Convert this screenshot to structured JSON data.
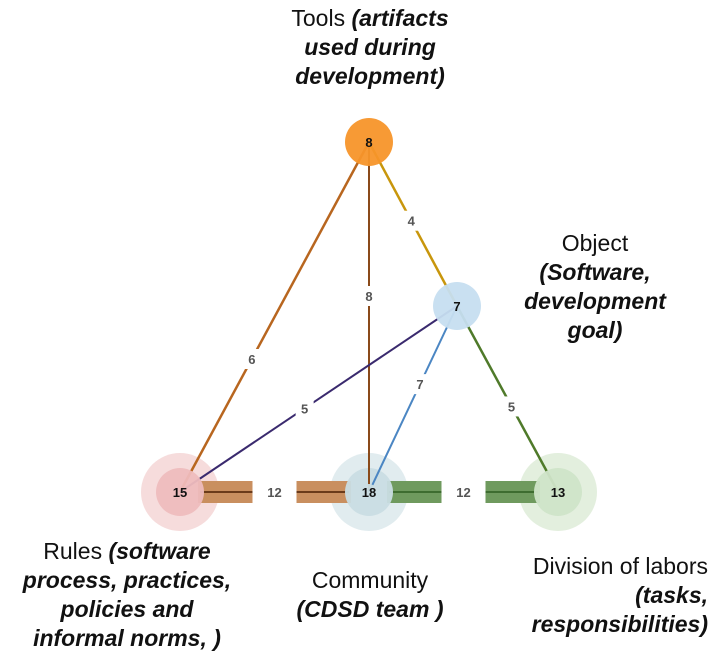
{
  "labels": {
    "tools": {
      "name": "Tools",
      "lines": [
        "(artifacts",
        "used during",
        "development)"
      ]
    },
    "object": {
      "name": "Object",
      "lines": [
        "(Software,",
        "development",
        "goal)"
      ]
    },
    "rules": {
      "name": "Rules",
      "lines": [
        "(software",
        "process, practices,",
        "policies and",
        "informal norms, )"
      ]
    },
    "community": {
      "name": "Community",
      "lines": [
        "(CDSD team )"
      ]
    },
    "division": {
      "name": "Division of labors",
      "lines": [
        "(tasks,",
        "responsibilities)"
      ]
    }
  },
  "nodes": [
    {
      "id": "tools",
      "value": "8",
      "color": "#f7952a",
      "halo": "#f7952a"
    },
    {
      "id": "object",
      "value": "7",
      "color": "#c6def0",
      "halo": "#c6def0"
    },
    {
      "id": "rules",
      "value": "15",
      "color": "#eebcbd",
      "halo": "#f6dcdc"
    },
    {
      "id": "community",
      "value": "18",
      "color": "#c9dde3",
      "halo": "#e1ecef"
    },
    {
      "id": "division",
      "value": "13",
      "color": "#cfe4c8",
      "halo": "#e3efde"
    }
  ],
  "edges": [
    {
      "from": "tools",
      "to": "object",
      "value": "4",
      "color": "#c8960c",
      "width": 2.5
    },
    {
      "from": "tools",
      "to": "rules",
      "value": "6",
      "color": "#b8661f",
      "width": 2.5
    },
    {
      "from": "tools",
      "to": "community",
      "value": "8",
      "color": "#8a4a1a",
      "width": 2
    },
    {
      "from": "object",
      "to": "rules",
      "value": "5",
      "color": "#3a2a6e",
      "width": 2
    },
    {
      "from": "object",
      "to": "community",
      "value": "7",
      "color": "#4b86c3",
      "width": 2
    },
    {
      "from": "object",
      "to": "division",
      "value": "5",
      "color": "#4f7a2a",
      "width": 2.5
    },
    {
      "from": "rules",
      "to": "community",
      "value": "12",
      "color": "#c98f5f",
      "width": 22,
      "thin": "#6b3b1a"
    },
    {
      "from": "community",
      "to": "division",
      "value": "12",
      "color": "#6f9a5e",
      "width": 22,
      "thin": "#3e6d30"
    }
  ]
}
